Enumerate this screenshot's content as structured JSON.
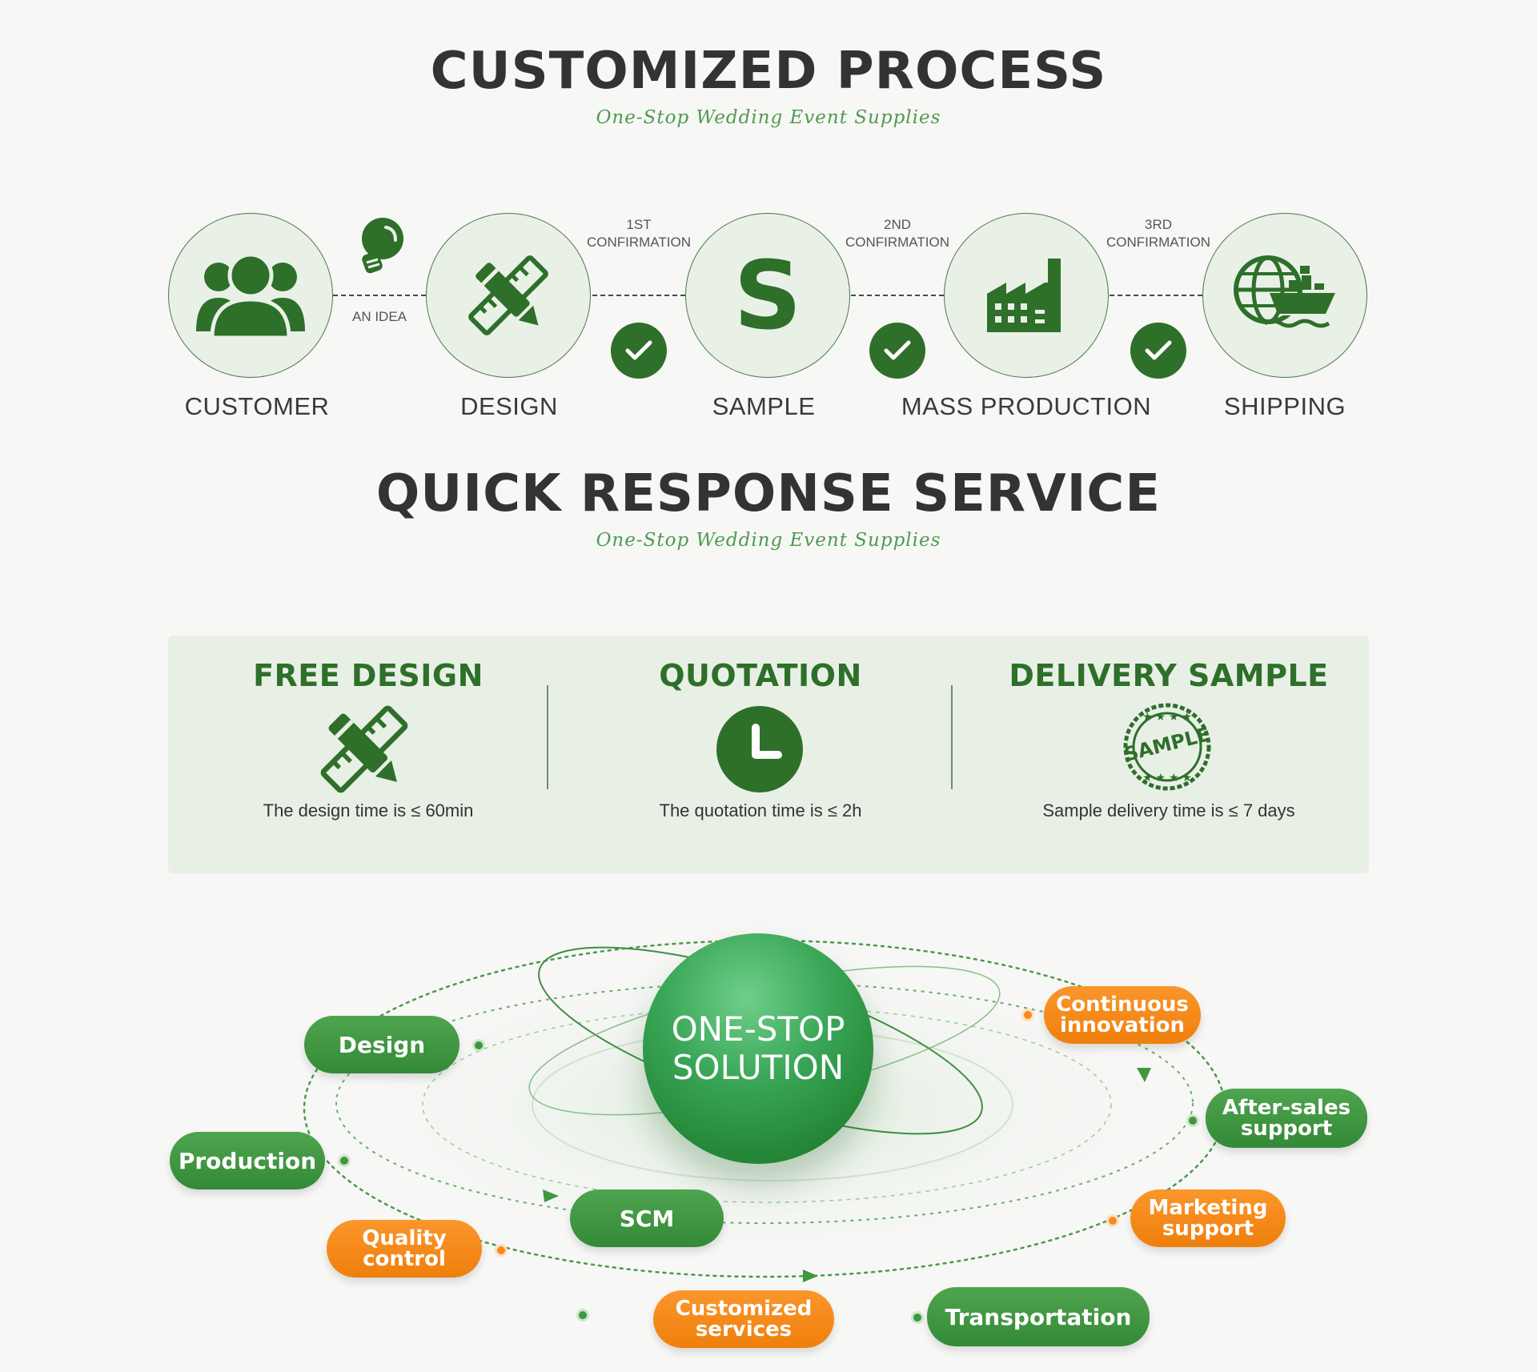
{
  "customized_process": {
    "title": "CUSTOMIZED PROCESS",
    "subtitle": "One-Stop Wedding Event Supplies",
    "steps": [
      {
        "label": "CUSTOMER",
        "icon": "customers-icon"
      },
      {
        "label": "DESIGN",
        "icon": "pencil-ruler-icon"
      },
      {
        "label": "SAMPLE",
        "icon": "letter-s-icon",
        "glyph": "S"
      },
      {
        "label": "MASS PRODUCTION",
        "icon": "factory-icon"
      },
      {
        "label": "SHIPPING",
        "icon": "globe-ship-icon"
      }
    ],
    "idea_label": "AN IDEA",
    "confirmations": [
      {
        "line1": "1ST",
        "line2": "CONFIRMATION"
      },
      {
        "line1": "2ND",
        "line2": "CONFIRMATION"
      },
      {
        "line1": "3RD",
        "line2": "CONFIRMATION"
      }
    ],
    "accent": "#2e6f2a"
  },
  "quick_response": {
    "title": "QUICK RESPONSE SERVICE",
    "subtitle": "One-Stop Wedding Event Supplies",
    "items": [
      {
        "title": "FREE DESIGN",
        "icon": "pencil-ruler-icon",
        "text": "The design time is ≤ 60min"
      },
      {
        "title": "QUOTATION",
        "icon": "clock-icon",
        "text": "The quotation time is ≤ 2h"
      },
      {
        "title": "DELIVERY SAMPLE",
        "icon": "sample-stamp-icon",
        "text": "Sample delivery time is ≤ 7 days",
        "stamp_text": "SAMPLE"
      }
    ]
  },
  "solution": {
    "center_line1": "ONE-STOP",
    "center_line2": "SOLUTION",
    "design": "Design",
    "production": "Production",
    "quality": [
      "Quality",
      "control"
    ],
    "scm": "SCM",
    "customized": [
      "Customized",
      "services"
    ],
    "transportation": "Transportation",
    "marketing": [
      "Marketing",
      "support"
    ],
    "aftersales": [
      "After-sales",
      "support"
    ],
    "innovation": [
      "Continuous",
      "innovation"
    ],
    "green": "#3f983f",
    "orange": "#f78a1c"
  }
}
